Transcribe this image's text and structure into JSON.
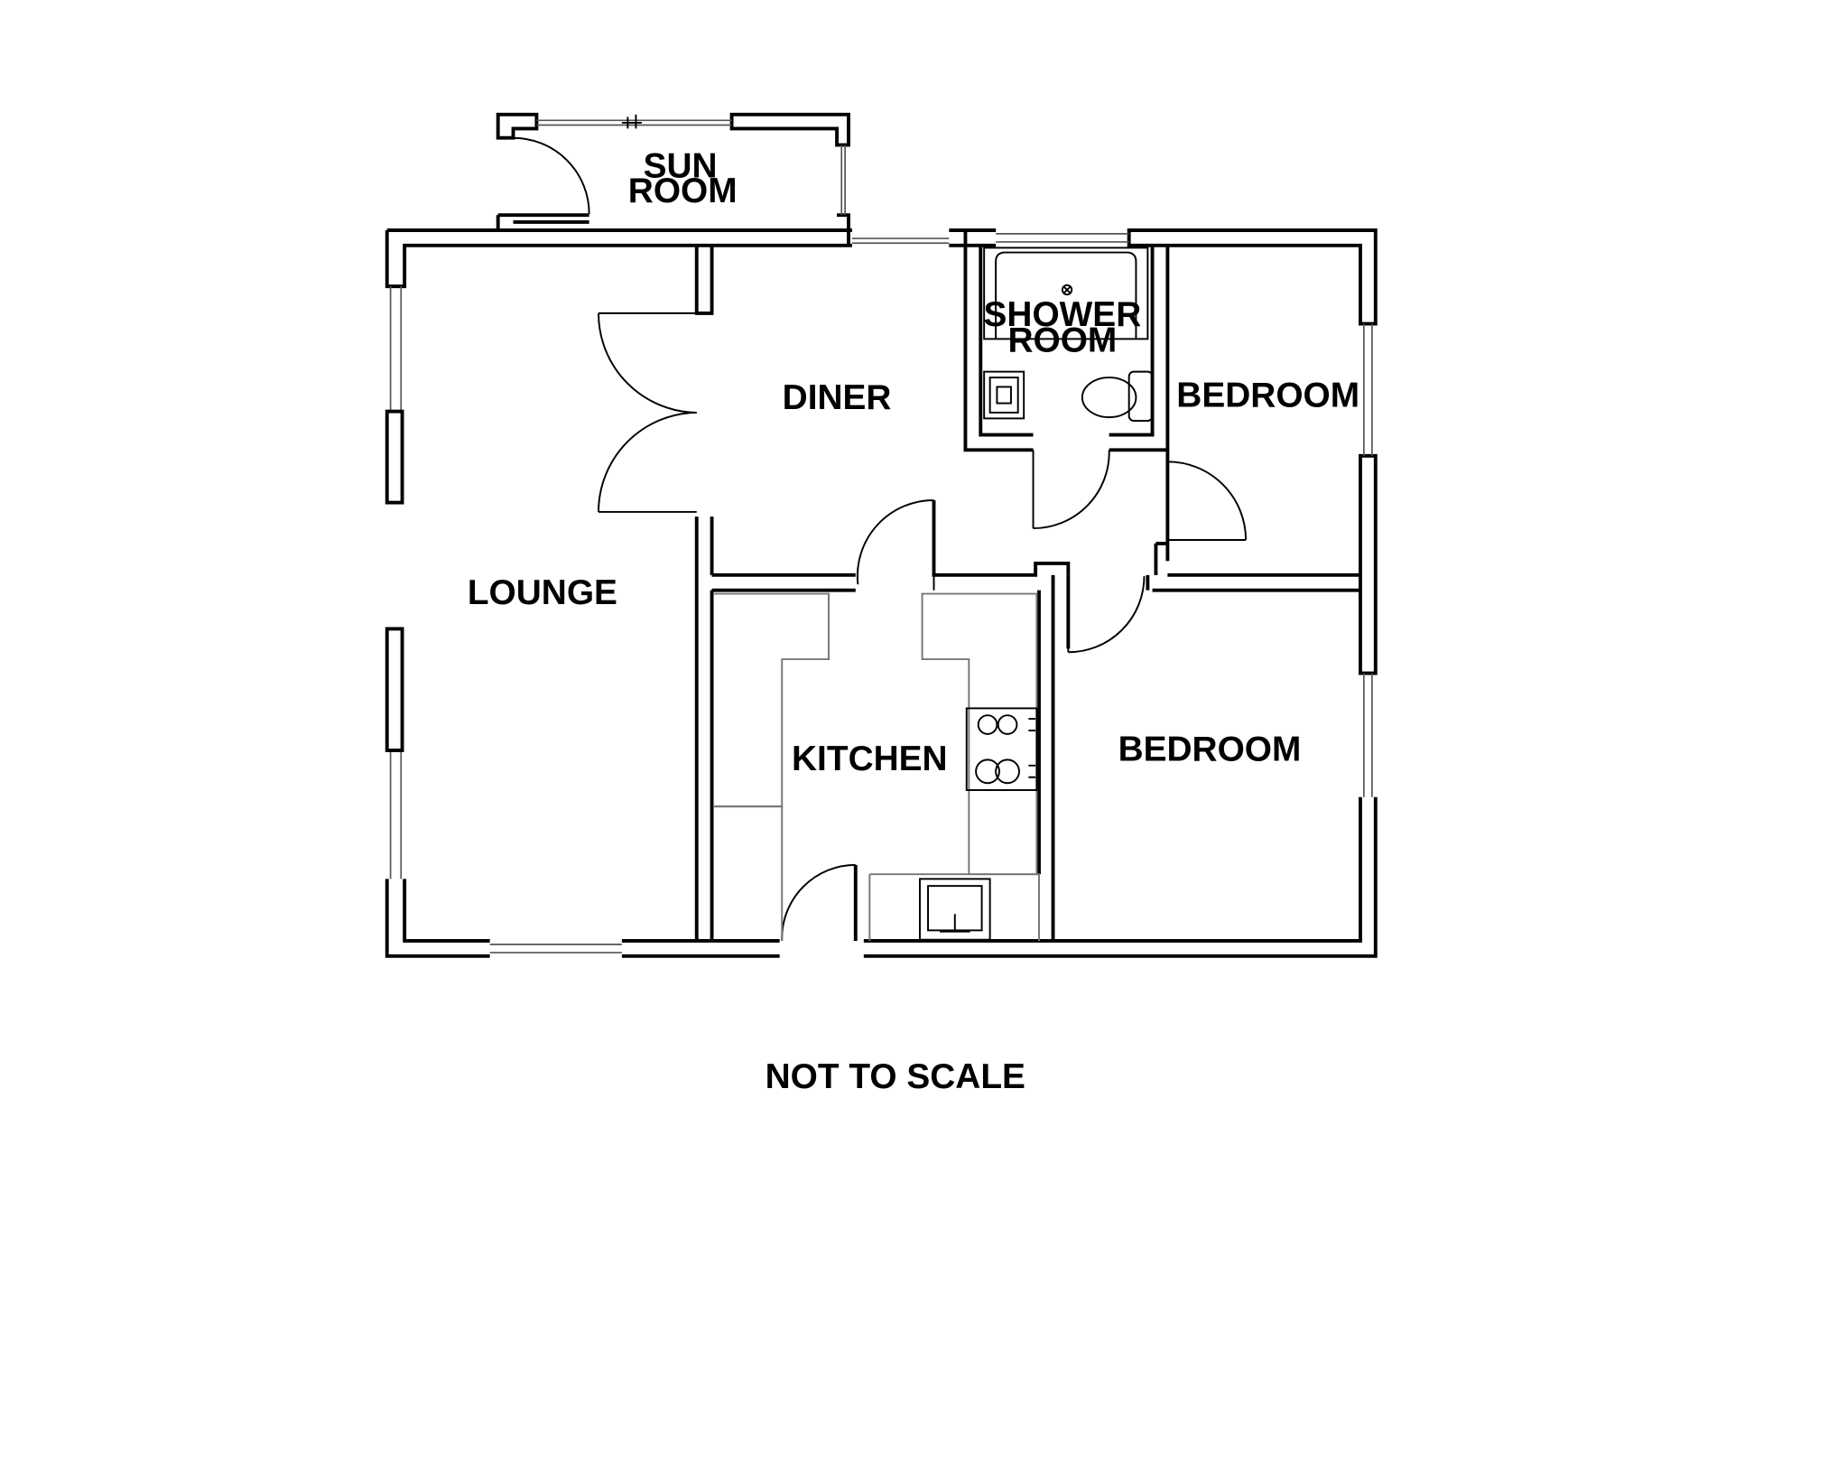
{
  "rooms": {
    "sun_room": [
      "SUN",
      "ROOM"
    ],
    "lounge": "LOUNGE",
    "diner": "DINER",
    "shower_room": [
      "SHOWER",
      "ROOM"
    ],
    "bedroom_1": "BEDROOM",
    "bedroom_2": "BEDROOM",
    "kitchen": "KITCHEN"
  },
  "note": "NOT TO SCALE"
}
